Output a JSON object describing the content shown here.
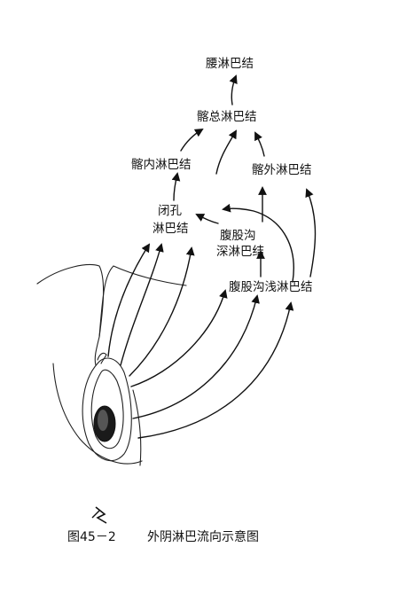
{
  "nodes": {
    "lumbar": "腰淋巴结",
    "common_iliac": "髂总淋巴结",
    "internal_iliac": "髂内淋巴结",
    "external_iliac": "髂外淋巴结",
    "obturator_line1": "闭孔",
    "obturator_line2": "淋巴结",
    "deep_inguinal_line1": "腹股沟",
    "deep_inguinal_line2": "深淋巴结",
    "superficial_inguinal": "腹股沟浅淋巴结"
  },
  "caption": {
    "figure_number": "图45－2",
    "title": "外阴淋巴流向示意图"
  }
}
